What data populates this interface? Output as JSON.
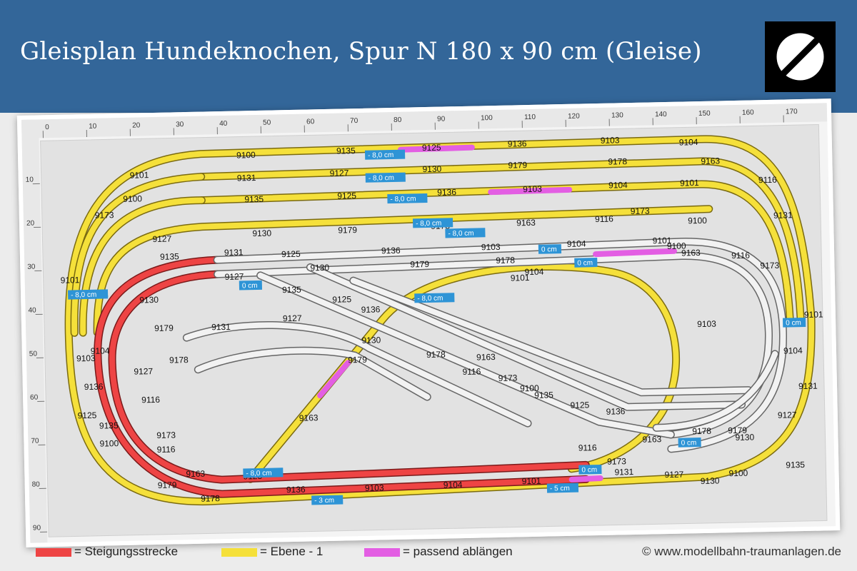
{
  "header": {
    "title": "Gleisplan Hundeknochen, Spur N 180 x 90 cm (Gleise)",
    "logo_icon": "circle-slash-logo",
    "bg_color": "#336699"
  },
  "ruler": {
    "top_ticks": [
      "0",
      "10",
      "20",
      "30",
      "40",
      "50",
      "60",
      "70",
      "80",
      "90",
      "100",
      "110",
      "120",
      "130",
      "140",
      "150",
      "160",
      "170"
    ],
    "left_ticks": [
      "10",
      "20",
      "30",
      "40",
      "50",
      "60",
      "70",
      "80",
      "90"
    ]
  },
  "badges": [
    "- 8,0 cm",
    "- 8,0 cm",
    "- 8,0 cm",
    "- 8,0 cm",
    "- 8,0 cm",
    "- 8,0 cm",
    "- 8,0 cm",
    "- 8,0 cm",
    "0 cm",
    "0 cm",
    "0 cm",
    "0 cm",
    "0 cm",
    "0 cm",
    "- 3 cm",
    "- 5 cm"
  ],
  "track_labels": [
    "9100",
    "9135",
    "9125",
    "9136",
    "9103",
    "9104",
    "9101",
    "9131",
    "9127",
    "9130",
    "9179",
    "9178",
    "9163",
    "9116",
    "9173"
  ],
  "legend": [
    {
      "label": "= Steigungsstrecke",
      "color": "#ee4444"
    },
    {
      "label": "= Ebene  - 1",
      "color": "#f5e03a"
    },
    {
      "label": "= passend ablängen",
      "color": "#e35ee3"
    }
  ],
  "credit": "© www.modellbahn-traumanlagen.de"
}
